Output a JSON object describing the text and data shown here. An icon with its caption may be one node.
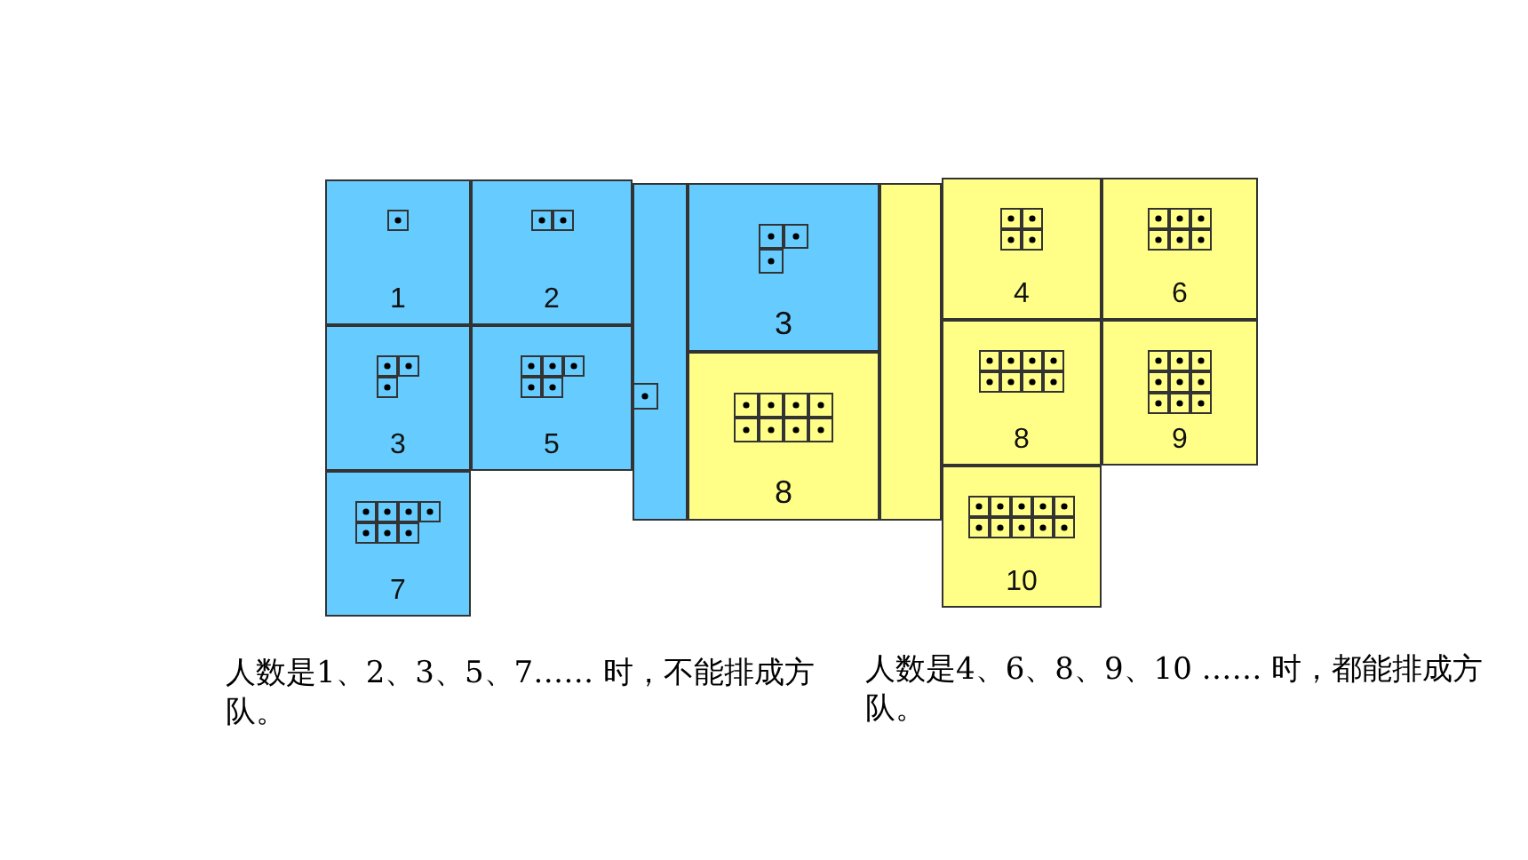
{
  "diagram": {
    "nodes": [
      {
        "text": [
          "1"
        ]
      },
      {
        "text": [
          "2"
        ]
      },
      {
        "text": [
          "3"
        ]
      },
      {
        "text": [
          "5"
        ]
      },
      {
        "text": [
          "7"
        ]
      },
      {
        "text": [
          "3"
        ]
      },
      {
        "text": [
          "8"
        ]
      },
      {
        "text": [
          "4"
        ]
      },
      {
        "text": [
          "6"
        ]
      },
      {
        "text": [
          "8"
        ]
      },
      {
        "text": [
          "9"
        ]
      },
      {
        "text": [
          "10"
        ]
      }
    ],
    "labels": [
      "人数是1、2、3、5、7…… 时，不能排成方队。",
      "人数是4、6、8、9、10 …… 时，都能排成方队。"
    ]
  }
}
